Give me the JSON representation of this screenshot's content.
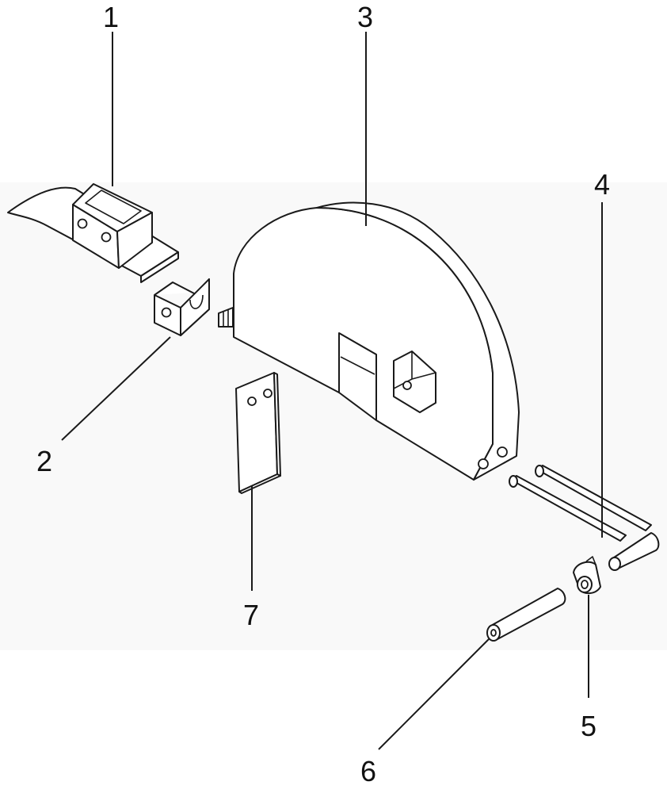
{
  "diagram": {
    "part_numbers": [
      "1",
      "2",
      "3",
      "4",
      "5",
      "6",
      "7"
    ],
    "colors": {
      "background": "#ffffff",
      "line": "#1a1a1a",
      "shade": "#eeeeee"
    }
  }
}
